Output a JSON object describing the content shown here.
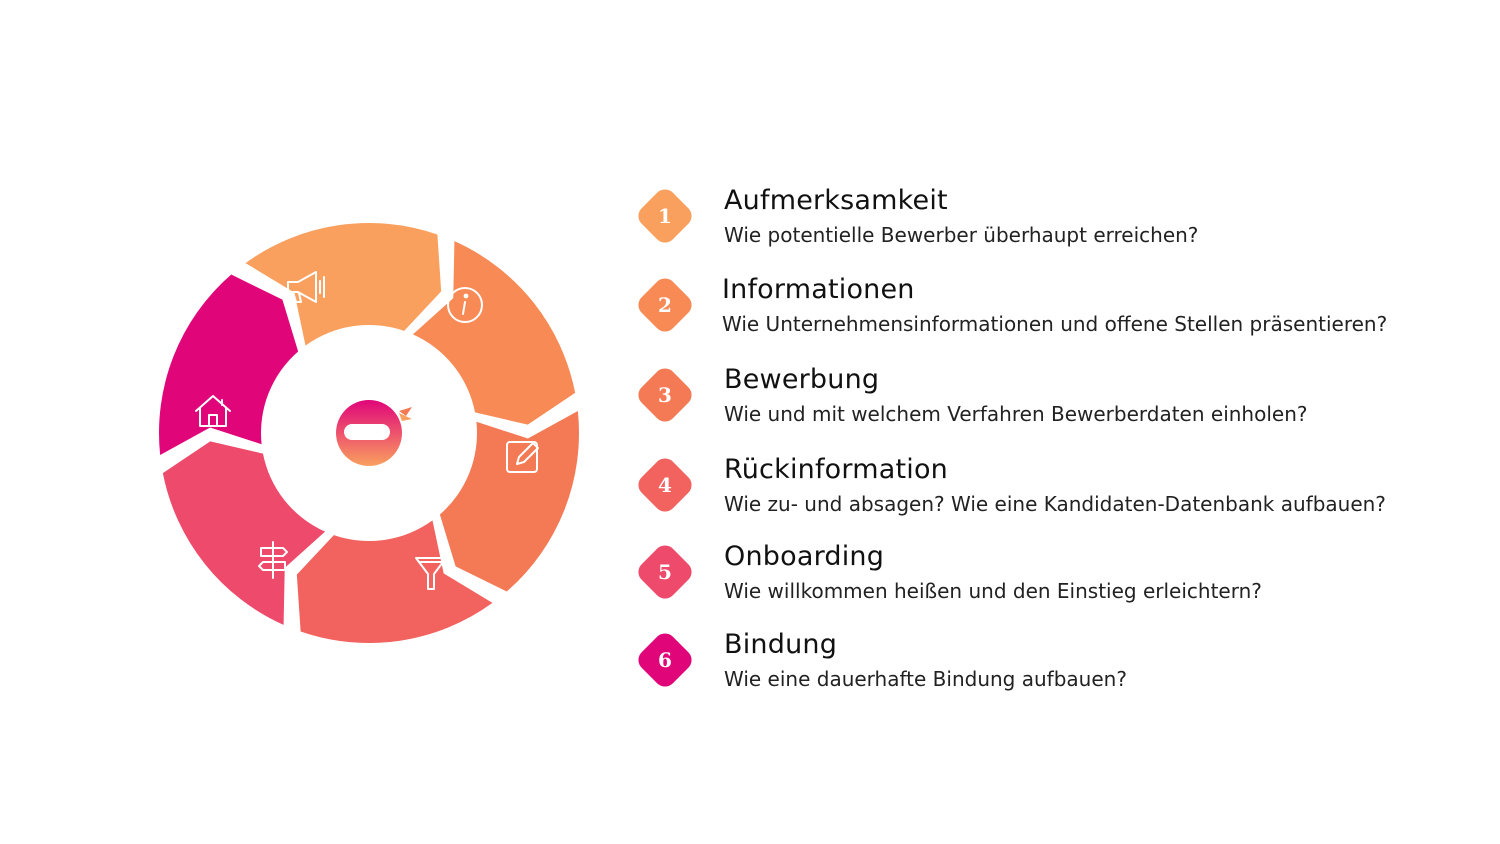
{
  "diagram": {
    "steps": [
      {
        "number": "1",
        "title": "Aufmerksamkeit",
        "description": "Wie potentielle Bewerber überhaupt erreichen?",
        "color": "#f9a05f",
        "icon": "megaphone-icon"
      },
      {
        "number": "2",
        "title": "Informationen",
        "description": "Wie Unternehmensinformationen und offene Stellen präsentieren?",
        "color": "#f88a56",
        "icon": "info-icon"
      },
      {
        "number": "3",
        "title": "Bewerbung",
        "description": "Wie und mit welchem Verfahren Bewerberdaten einholen?",
        "color": "#f47a56",
        "icon": "edit-icon"
      },
      {
        "number": "4",
        "title": "Rückinformation",
        "description": "Wie zu- und absagen? Wie eine Kandidaten-Datenbank aufbauen?",
        "color": "#f2625f",
        "icon": "funnel-icon"
      },
      {
        "number": "5",
        "title": "Onboarding",
        "description": "Wie willkommen heißen und den Einstieg erleichtern?",
        "color": "#ee4a6b",
        "icon": "signpost-icon"
      },
      {
        "number": "6",
        "title": "Bindung",
        "description": "Wie eine dauerhafte Bindung aufbauen?",
        "color": "#e0067a",
        "icon": "home-icon"
      }
    ],
    "center_icon": "ninja-logo-icon"
  }
}
